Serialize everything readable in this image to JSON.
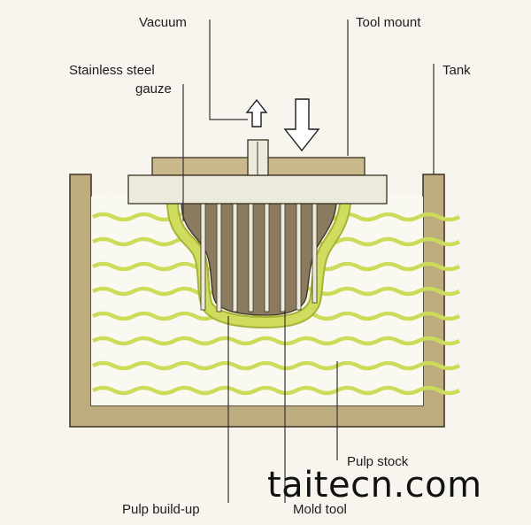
{
  "labels": {
    "vacuum": "Vacuum",
    "tool_mount": "Tool mount",
    "stainless_steel_line1": "Stainless steel",
    "stainless_steel_line2": "gauze",
    "tank": "Tank",
    "pulp_stock": "Pulp stock",
    "pulp_build_up": "Pulp build-up",
    "mold_tool": "Mold tool"
  },
  "watermark": "taitecn.com",
  "colors": {
    "background": "#f7f5ee",
    "tank": "#bdad7e",
    "tank_outline": "#3a3220",
    "pulp_waves": "#cddb5a",
    "pulp_build_up": "#c8d65a",
    "mount": "#c9b98c",
    "mold_tool": "#8a7b60",
    "gauze_light": "#ece9dd",
    "leader": "#333333"
  },
  "icons": {
    "vacuum_arrow": "arrow-up-icon",
    "press_arrow": "arrow-down-icon"
  }
}
